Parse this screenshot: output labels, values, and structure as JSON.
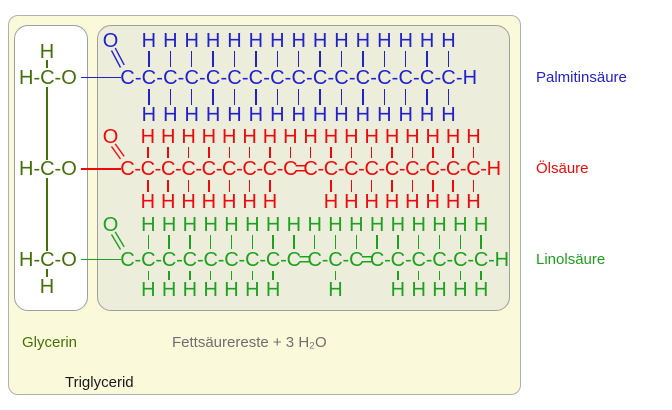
{
  "atoms": {
    "carbon": "C",
    "hydrogen": "H",
    "oxygen": "O"
  },
  "glycerin": {
    "unit_text": "H-C-O",
    "top_h": "H",
    "bottom_h": "H",
    "color": "#456f08"
  },
  "chains": [
    {
      "id": "palmitinsaeure",
      "label": "Palmitinsäure",
      "color": "#2222cc",
      "carbonyl_oxygen": "O",
      "formula": "C-C-C-C-C-C-C-C-C-C-C-C-C-C-C-C-H"
    },
    {
      "id": "oelsaeure",
      "label": "Ölsäure",
      "color": "#ee0a0a",
      "carbonyl_oxygen": "O",
      "formula": "C-C-C-C-C-C-C-C-C=C-C-C-C-C-C-C-C-C-H"
    },
    {
      "id": "linolsaeure",
      "label": "Linolsäure",
      "color": "#1ea11e",
      "carbonyl_oxygen": "O",
      "formula": "C-C-C-C-C-C-C-C-C=C-C-C=C-C-C-C-C-C-H"
    }
  ],
  "captions": {
    "glycerin": "Glycerin",
    "fatty_acids": "Fettsäurereste + 3 H₂O",
    "triglycerid": "Triglycerid"
  }
}
